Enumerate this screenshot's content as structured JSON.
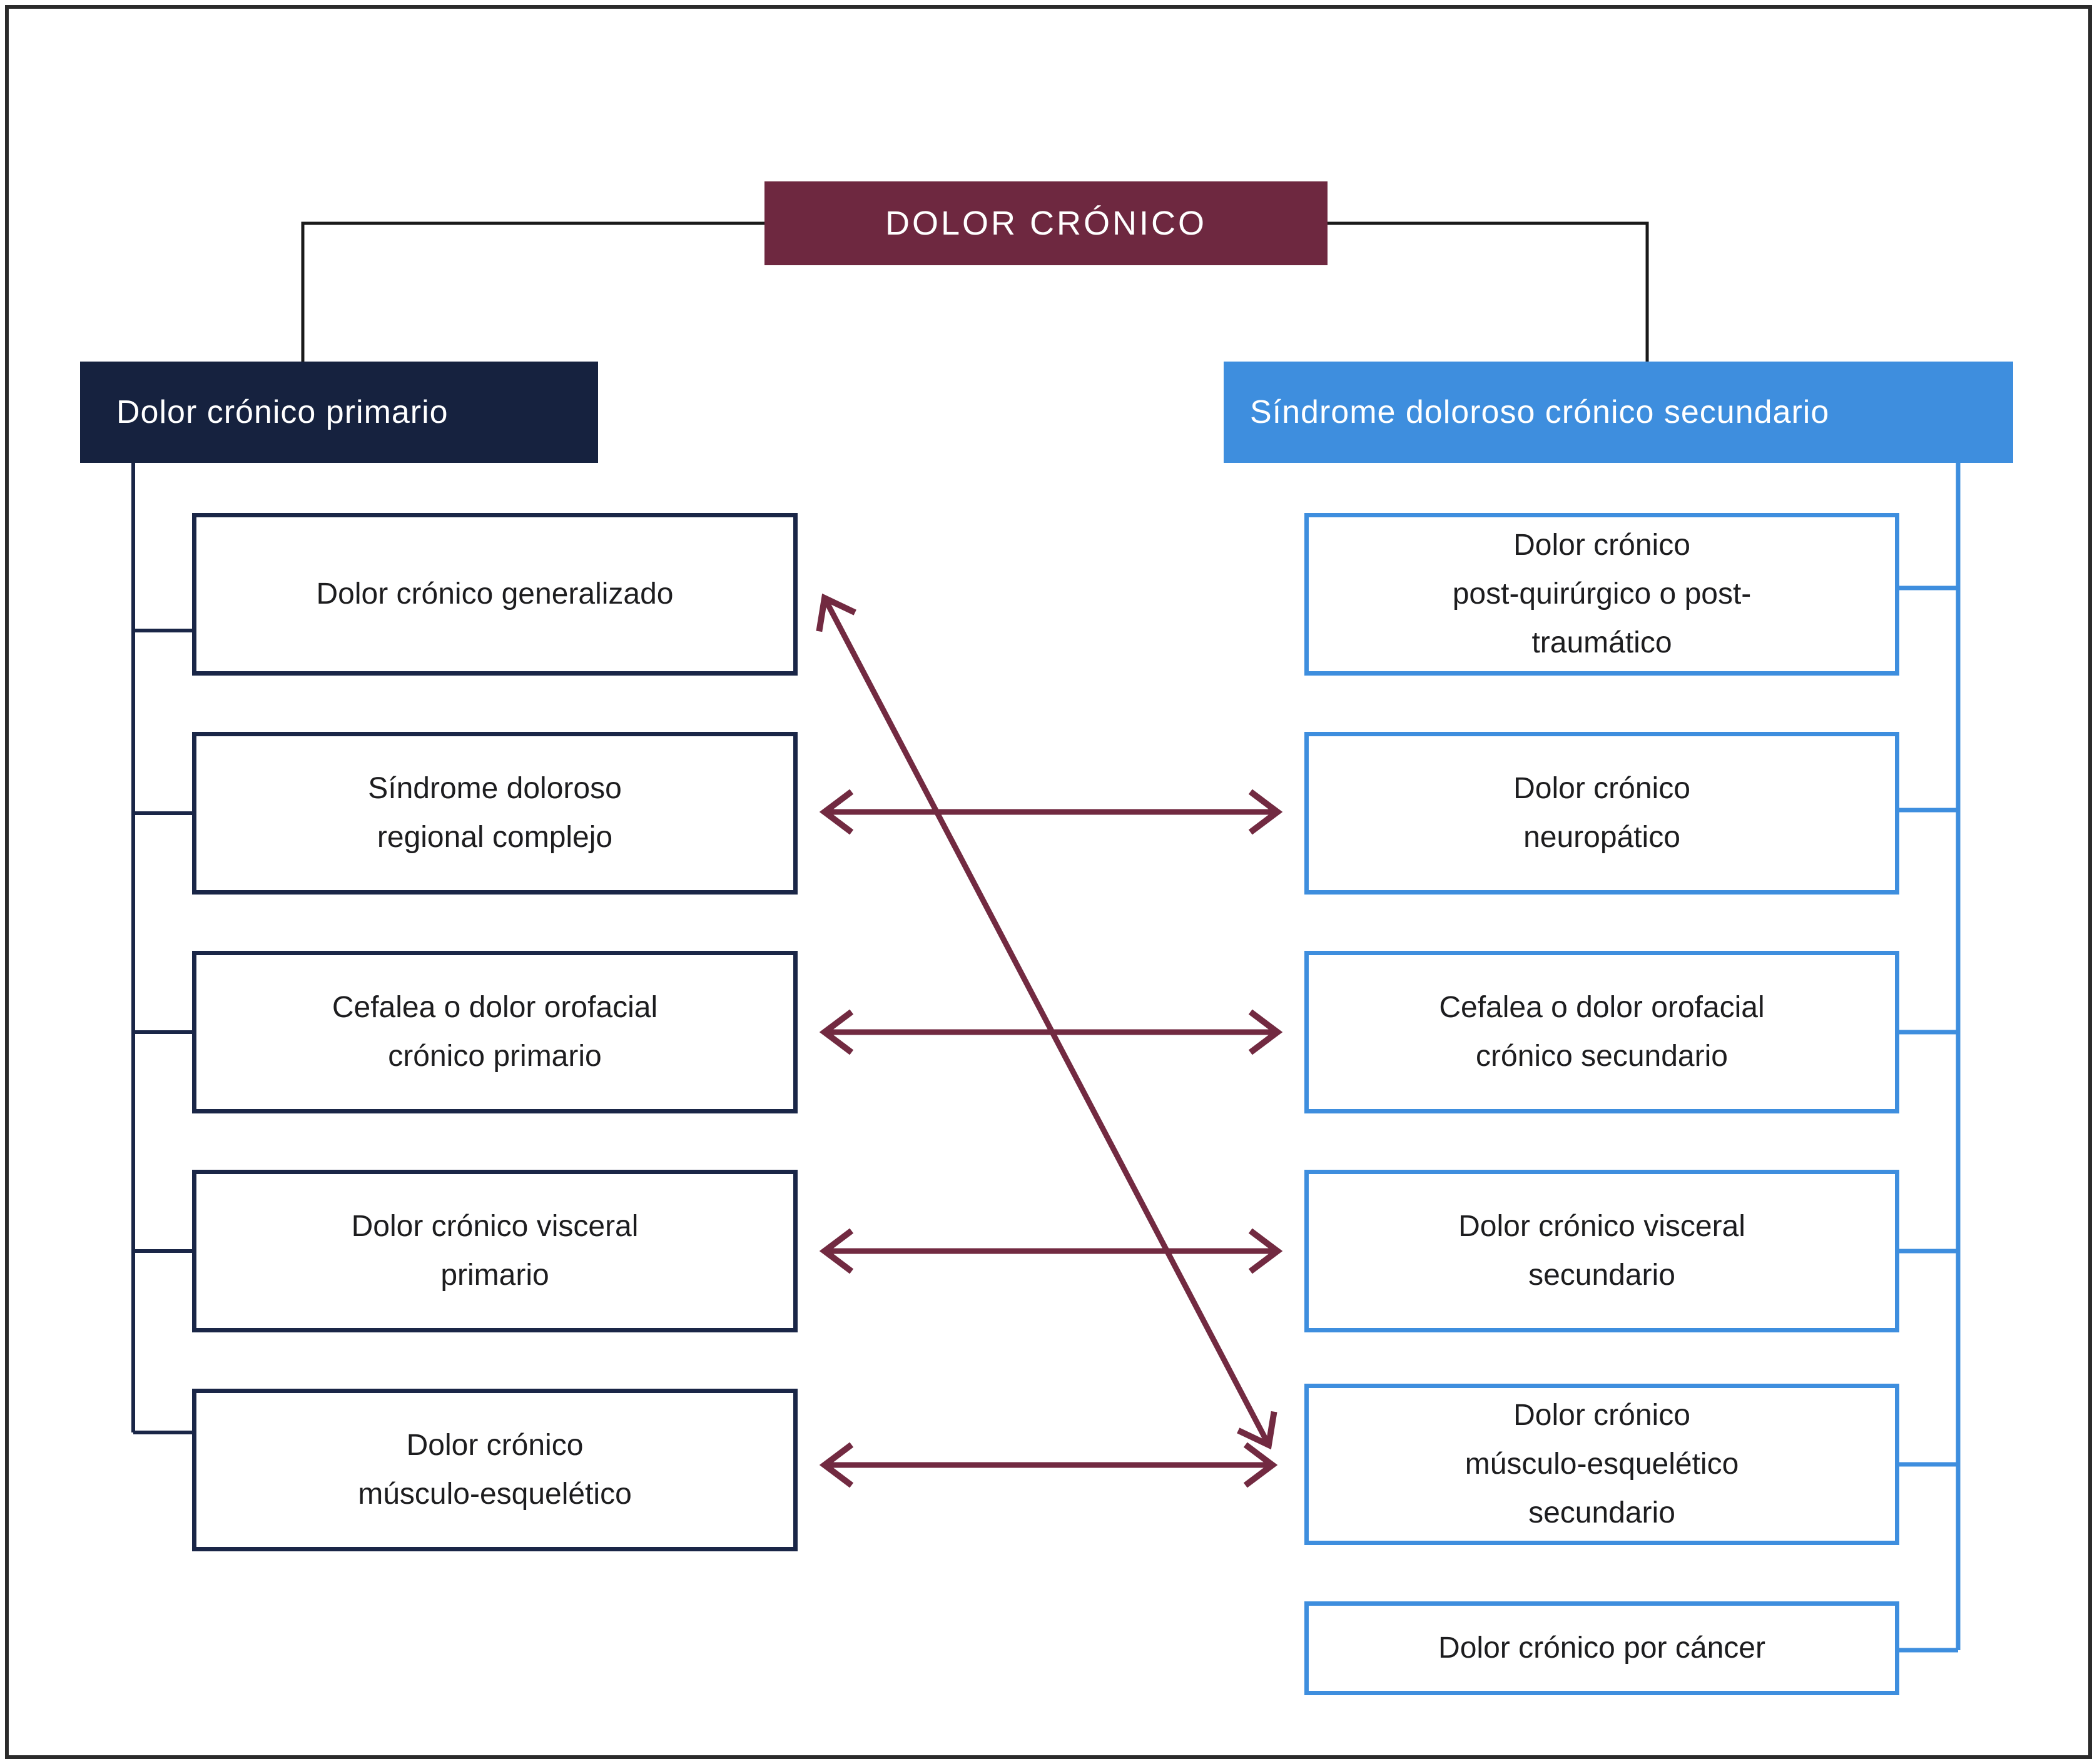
{
  "diagram": {
    "title": "DOLOR CRÓNICO",
    "left": {
      "header": "Dolor crónico primario",
      "items": [
        {
          "label": "Dolor crónico generalizado"
        },
        {
          "label": "Síndrome doloroso\nregional complejo"
        },
        {
          "label": "Cefalea o dolor orofacial\ncrónico primario"
        },
        {
          "label": "Dolor crónico visceral\nprimario"
        },
        {
          "label": "Dolor crónico\nmúsculo-esquelético"
        }
      ]
    },
    "right": {
      "header": "Síndrome doloroso crónico secundario",
      "items": [
        {
          "label": "Dolor crónico\npost-quirúrgico o post-\ntraumático"
        },
        {
          "label": "Dolor crónico\nneuropático"
        },
        {
          "label": "Cefalea o dolor orofacial\ncrónico secundario"
        },
        {
          "label": "Dolor crónico visceral\nsecundario"
        },
        {
          "label": "Dolor crónico\nmúsculo-esquelético\nsecundario"
        },
        {
          "label": "Dolor crónico por cáncer"
        }
      ]
    },
    "links": [
      {
        "from": "Dolor crónico generalizado",
        "to": "Dolor crónico músculo-esquelético secundario",
        "type": "double-arrow-diagonal"
      },
      {
        "from": "Síndrome doloroso regional complejo",
        "to": "Dolor crónico neuropático",
        "type": "double-arrow"
      },
      {
        "from": "Cefalea o dolor orofacial crónico primario",
        "to": "Cefalea o dolor orofacial crónico secundario",
        "type": "double-arrow"
      },
      {
        "from": "Dolor crónico visceral primario",
        "to": "Dolor crónico visceral secundario",
        "type": "double-arrow"
      },
      {
        "from": "Dolor crónico músculo-esquelético",
        "to": "Dolor crónico músculo-esquelético secundario",
        "type": "double-arrow"
      }
    ],
    "colors": {
      "maroon": "#6E2840",
      "navy": "#16223F",
      "navy_border": "#1A2647",
      "blue": "#3E8EDE",
      "arrow": "#722A41",
      "text": "#1D1D1F",
      "connector_black": "#1A1A1A"
    }
  }
}
